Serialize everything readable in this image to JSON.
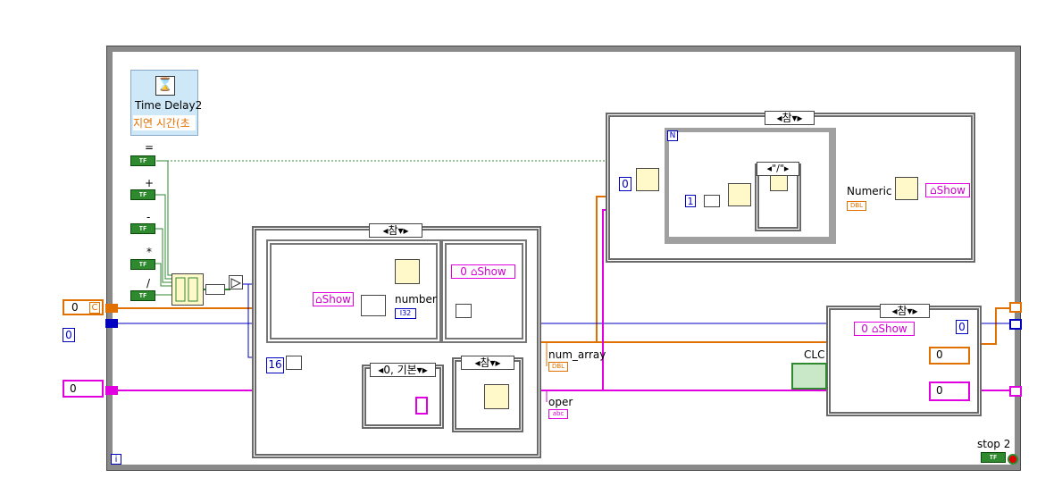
{
  "time_delay": {
    "title": "Time Delay2",
    "param": "지연 시간(초"
  },
  "op_labels": [
    "=",
    "+",
    "-",
    "*",
    "/"
  ],
  "bool_const_label": "TF",
  "case_main": {
    "selector": "참"
  },
  "case_right_top": {
    "selector": "참"
  },
  "case_right_bottom": {
    "selector": "참"
  },
  "case_inner_small": {
    "selector": "참"
  },
  "case_oper": {
    "selector": "0, 기본"
  },
  "loop_n": "N",
  "string_case": "\"/\"",
  "labels": {
    "number": "number",
    "numeric": "Numeric",
    "num_array": "num_array",
    "oper": "oper",
    "clc": "CLC",
    "stop": "stop 2"
  },
  "constants": {
    "sixteen": "16",
    "zero_a": "0",
    "zero_b": "0",
    "zero_c": "0",
    "zero_d": "0",
    "one": "1",
    "left_num": "0",
    "left_num2": "0",
    "left_str": "0",
    "right_num": "0",
    "right_num2": "0",
    "right_str": "0"
  },
  "show": "Show",
  "type_tags": {
    "i32": "I32",
    "dbl": "DBL",
    "abc": "abc"
  },
  "loop_index": "i",
  "colors": {
    "orange": "#e07000",
    "magenta": "#e000e0",
    "blue": "#0000c0",
    "green": "#2f8a2f",
    "gray": "#8c8c8c"
  }
}
